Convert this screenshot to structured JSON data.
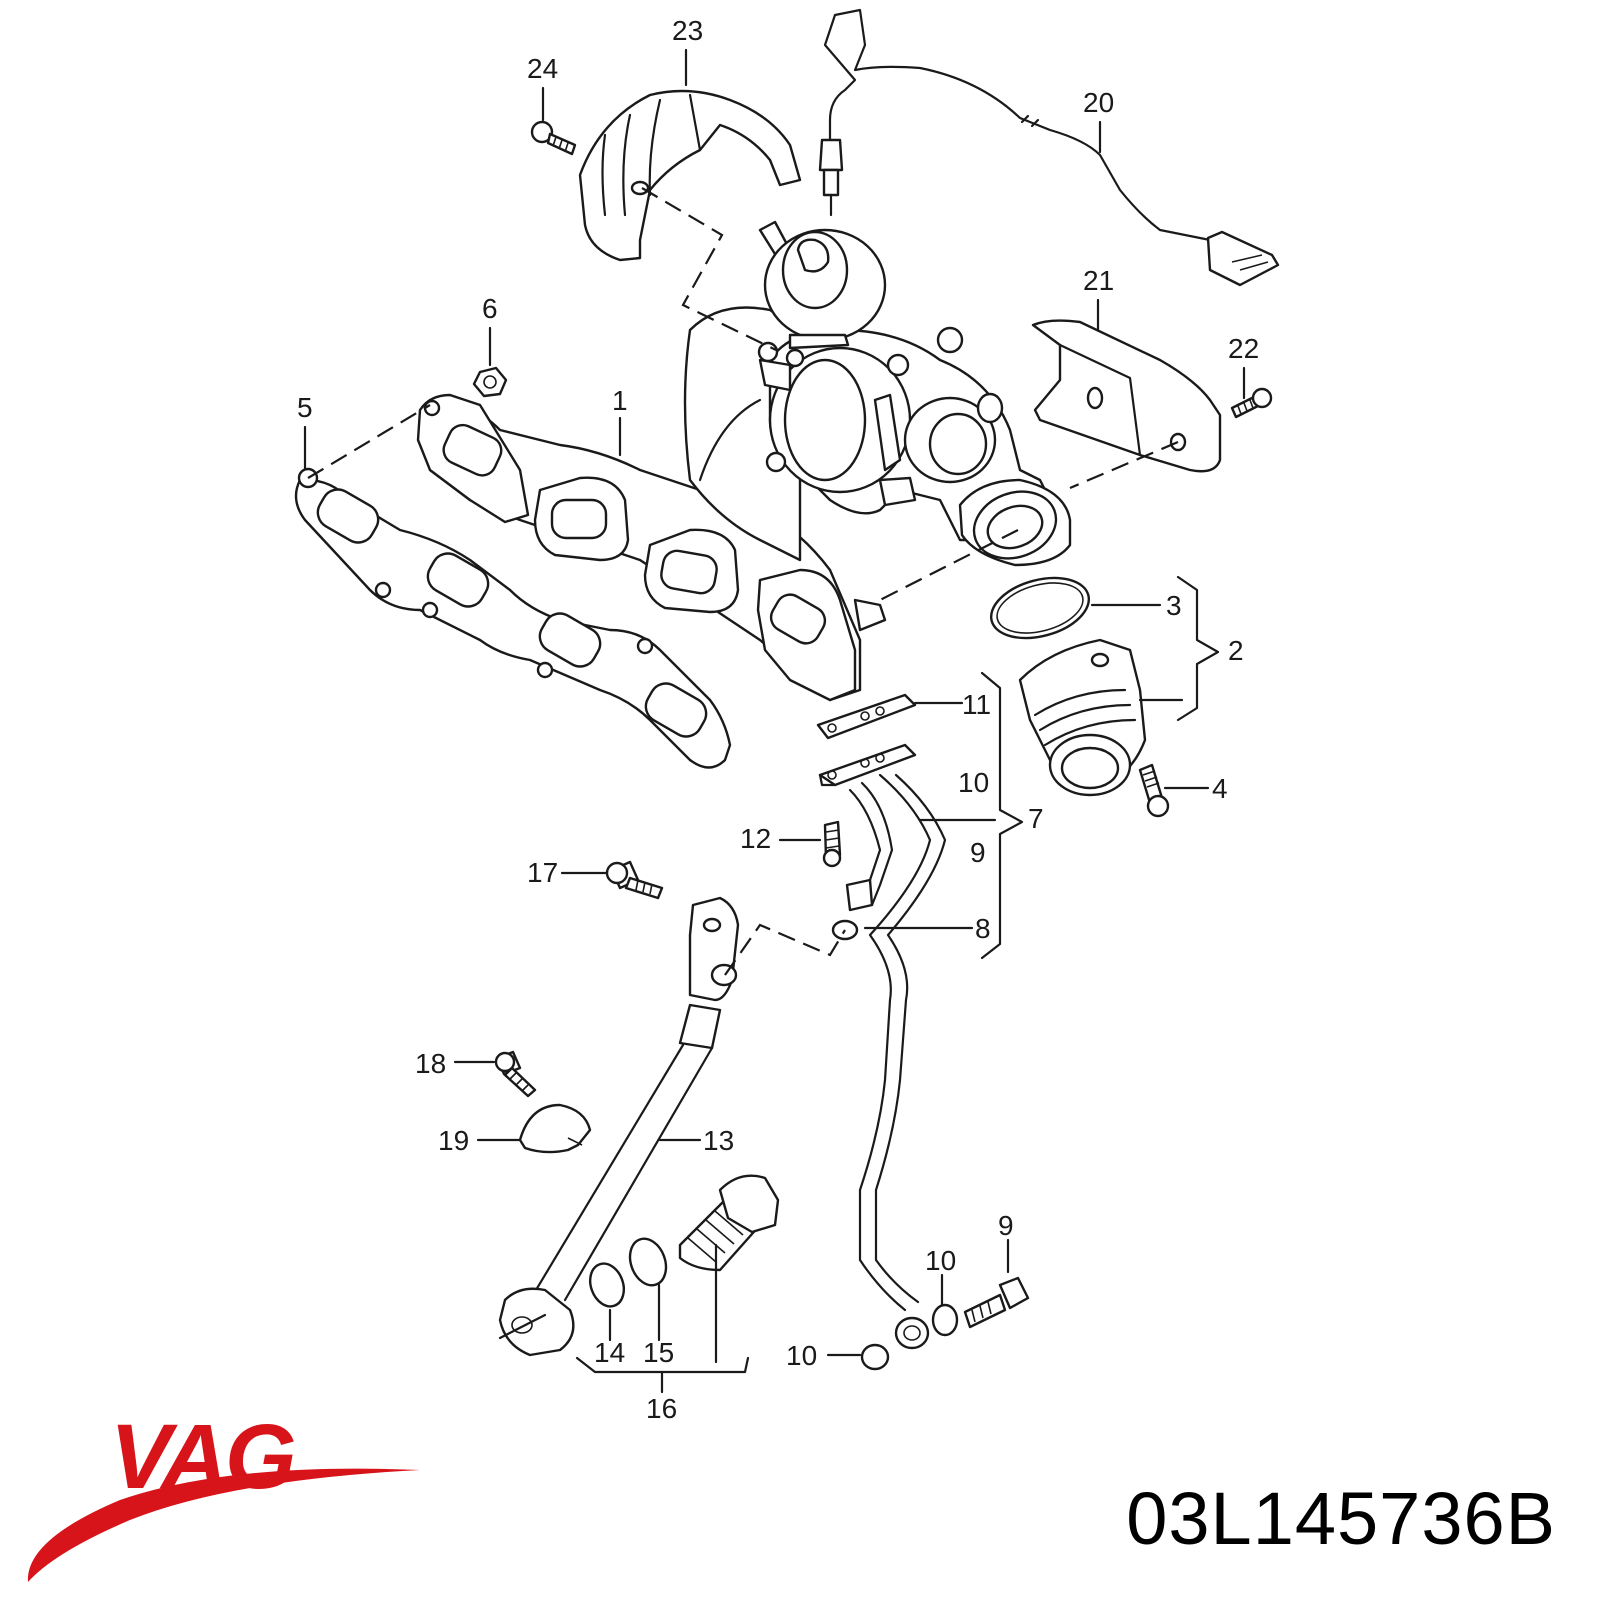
{
  "brand": {
    "logo_text": "VAG",
    "logo_color": "#d8141b",
    "part_number": "03L145736B"
  },
  "callouts": {
    "c1": "1",
    "c2": "2",
    "c3": "3",
    "c4": "4",
    "c5": "5",
    "c6": "6",
    "c7": "7",
    "c8": "8",
    "c9": "9",
    "c9b": "9",
    "c10": "10",
    "c10b": "10",
    "c10c": "10",
    "c11": "11",
    "c12": "12",
    "c13": "13",
    "c14": "14",
    "c15": "15",
    "c16": "16",
    "c17": "17",
    "c18": "18",
    "c19": "19",
    "c20": "20",
    "c21": "21",
    "c22": "22",
    "c23": "23",
    "c24": "24"
  },
  "colors": {
    "line": "#1a1a1a",
    "background": "#ffffff"
  }
}
